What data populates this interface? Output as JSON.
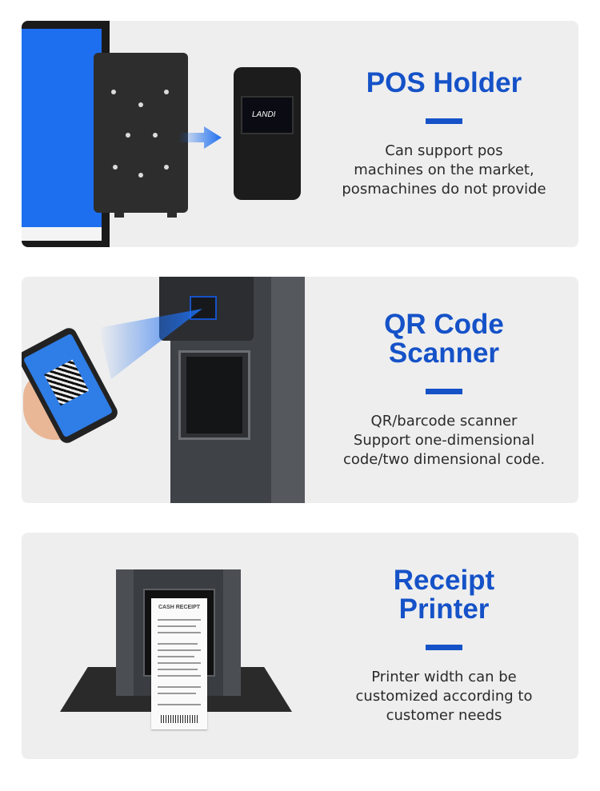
{
  "sections": [
    {
      "title_lines": [
        "POS Holder"
      ],
      "description_lines": [
        "Can support pos",
        "machines on the market,",
        "posmachines do not provide"
      ],
      "pos_brand": "LANDI"
    },
    {
      "title_lines": [
        "QR Code",
        "Scanner"
      ],
      "description_lines": [
        "QR/barcode scanner",
        "Support one-dimensional",
        "code/two dimensional code."
      ]
    },
    {
      "title_lines": [
        "Receipt",
        "Printer"
      ],
      "description_lines": [
        "Printer width can be",
        "customized according to",
        "customer needs"
      ],
      "receipt_heading": "CASH RECEIPT"
    }
  ],
  "colors": {
    "accent": "#1552c8",
    "card_background": "#eeeeee",
    "text": "#2a2a2a"
  }
}
